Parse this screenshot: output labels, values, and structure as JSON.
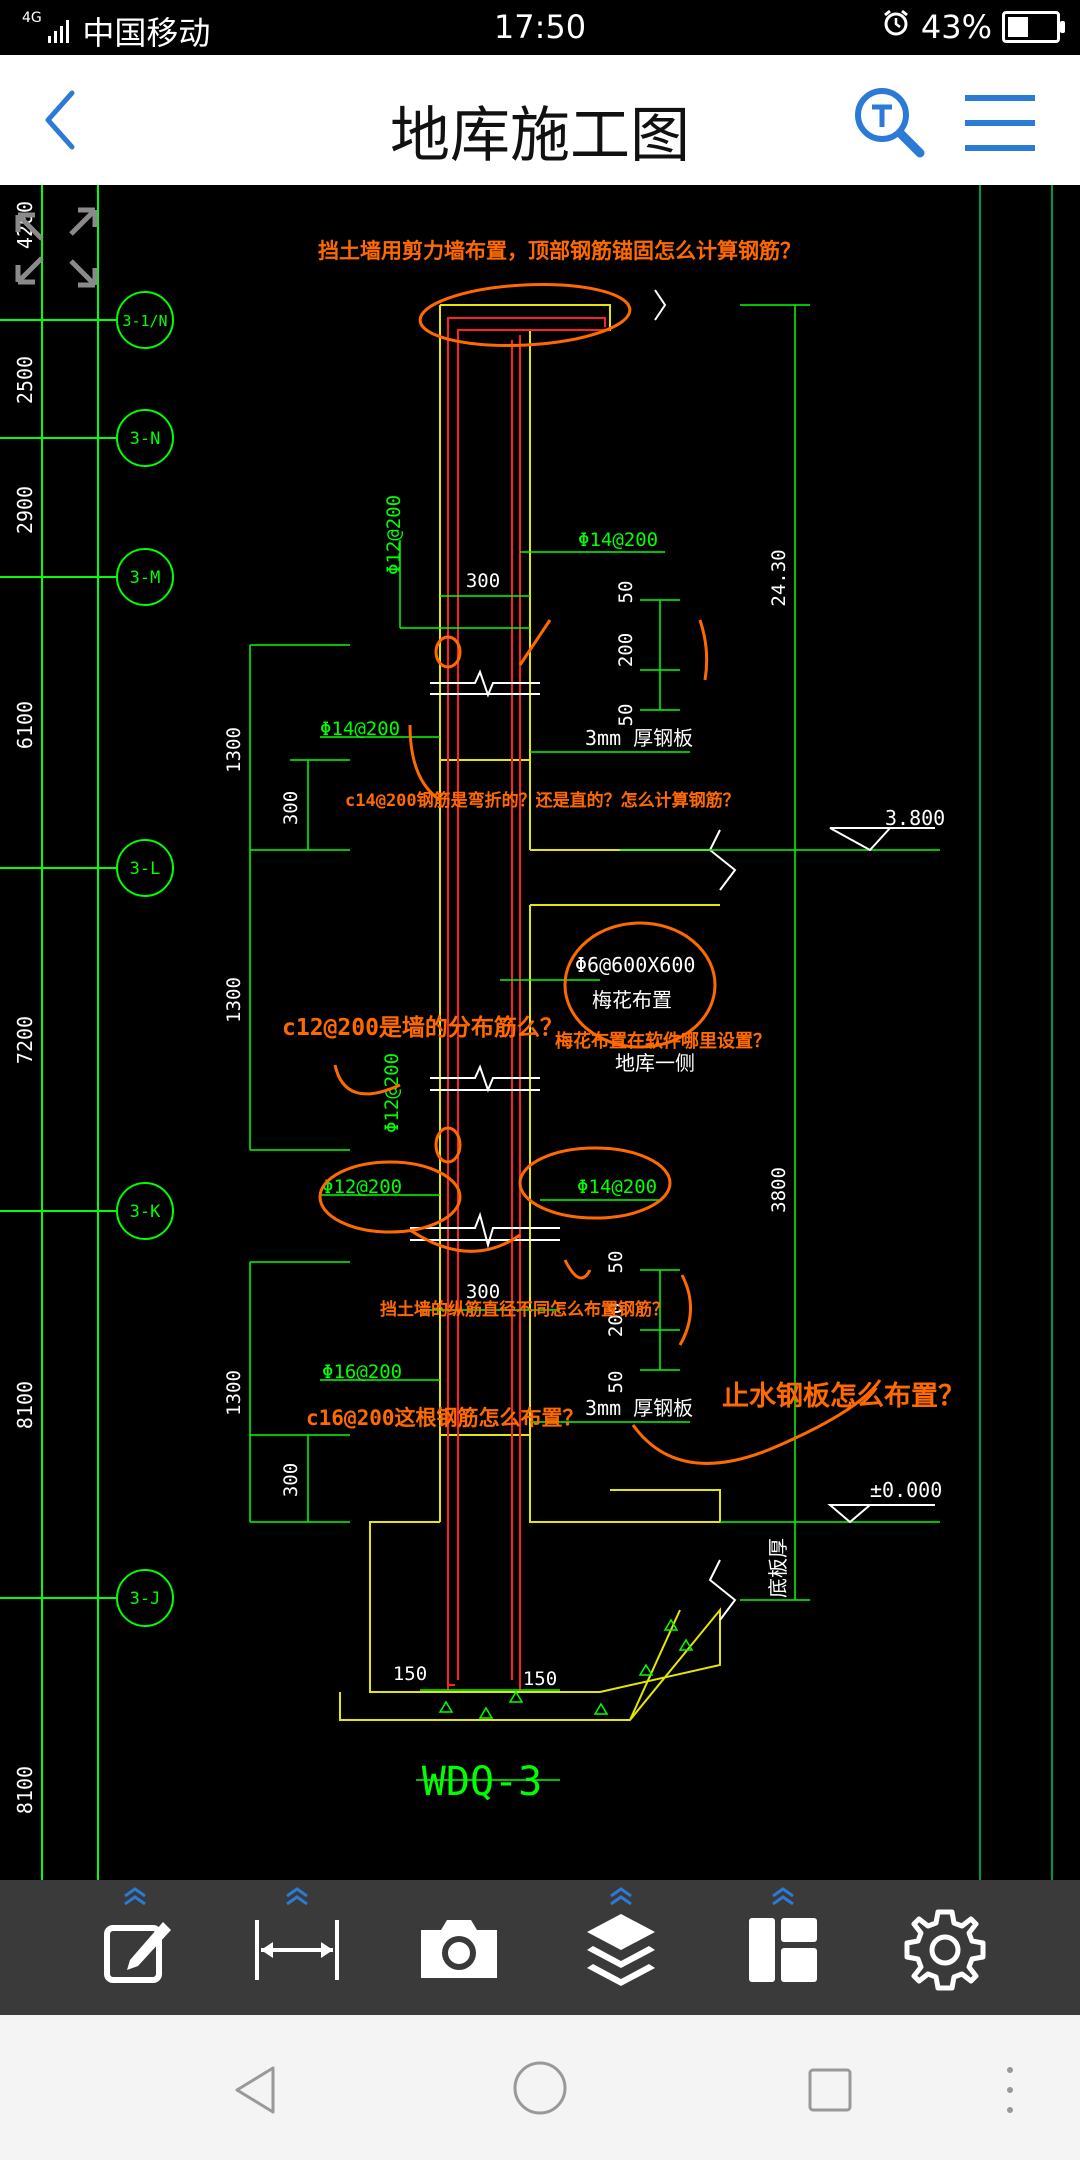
{
  "status": {
    "network": "4G",
    "carrier": "中国移动",
    "time": "17:50",
    "battery": "43%",
    "battery_level": 0.43
  },
  "header": {
    "title": "地库施工图"
  },
  "drawing": {
    "axes": [
      {
        "label": "3-1/N"
      },
      {
        "label": "3-N"
      },
      {
        "label": "3-M"
      },
      {
        "label": "3-L"
      },
      {
        "label": "3-K"
      },
      {
        "label": "3-J"
      }
    ],
    "left_dims": [
      "4200",
      "2500",
      "2900",
      "6100",
      "7200",
      "8100",
      "8100"
    ],
    "dims": {
      "d1300a": "1300",
      "d300a": "300",
      "d1300b": "1300",
      "d1300c": "1300",
      "d300b": "300",
      "d2430": "24.30",
      "d3800": "3800",
      "d300top": "300",
      "d50a": "50",
      "d200a": "200",
      "d50b": "50",
      "d300mid": "300",
      "d50c": "50",
      "d200b": "200",
      "d50d": "50",
      "d150a": "150",
      "d150b": "150"
    },
    "labels": {
      "phi12_200_v1": "Φ12@200",
      "phi14_200_r1": "Φ14@200",
      "phi14_200_l1": "Φ14@200",
      "plate1": "3mm  厚钢板",
      "elev1": "3.800",
      "phi6": "Φ6@600X600",
      "meihua": "梅花布置",
      "dikuyice": "地库一侧",
      "phi12_200_v2": "Φ12@200",
      "phi12_200_l2": "Φ12@200",
      "phi14_200_r2": "Φ14@200",
      "phi16_200": "Φ16@200",
      "plate2": "3mm  厚钢板",
      "elev0": "±0.000",
      "dibanhou": "底板厚",
      "wall_id": "WDQ-3"
    },
    "annotations": {
      "q1": "挡土墙用剪力墙布置，顶部钢筋锚固怎么计算钢筋？",
      "q2": "c14@200钢筋是弯折的？还是直的？怎么计算钢筋？",
      "q3": "c12@200是墙的分布筋么？",
      "q4": "梅花布置在软件哪里设置？",
      "q5": "挡土墙的纵筋直径不同怎么布置钢筋？",
      "q6": "c16@200这根钢筋怎么布置？",
      "q7": "止水钢板怎么布置？"
    }
  },
  "toolbar": {
    "tools": [
      "edit-icon",
      "measure-icon",
      "camera-icon",
      "layers-icon",
      "layout-icon",
      "settings-icon"
    ]
  },
  "navbar": {
    "buttons": [
      "back-nav-icon",
      "home-nav-icon",
      "recent-nav-icon",
      "more-nav-icon"
    ]
  },
  "colors": {
    "cad_background": "#000000",
    "cad_green": "#00ff00",
    "cad_yellow": "#e6e600",
    "cad_red": "#ff2020",
    "annotation_orange": "#ff6a00",
    "accent_blue": "#2a7ad6"
  }
}
